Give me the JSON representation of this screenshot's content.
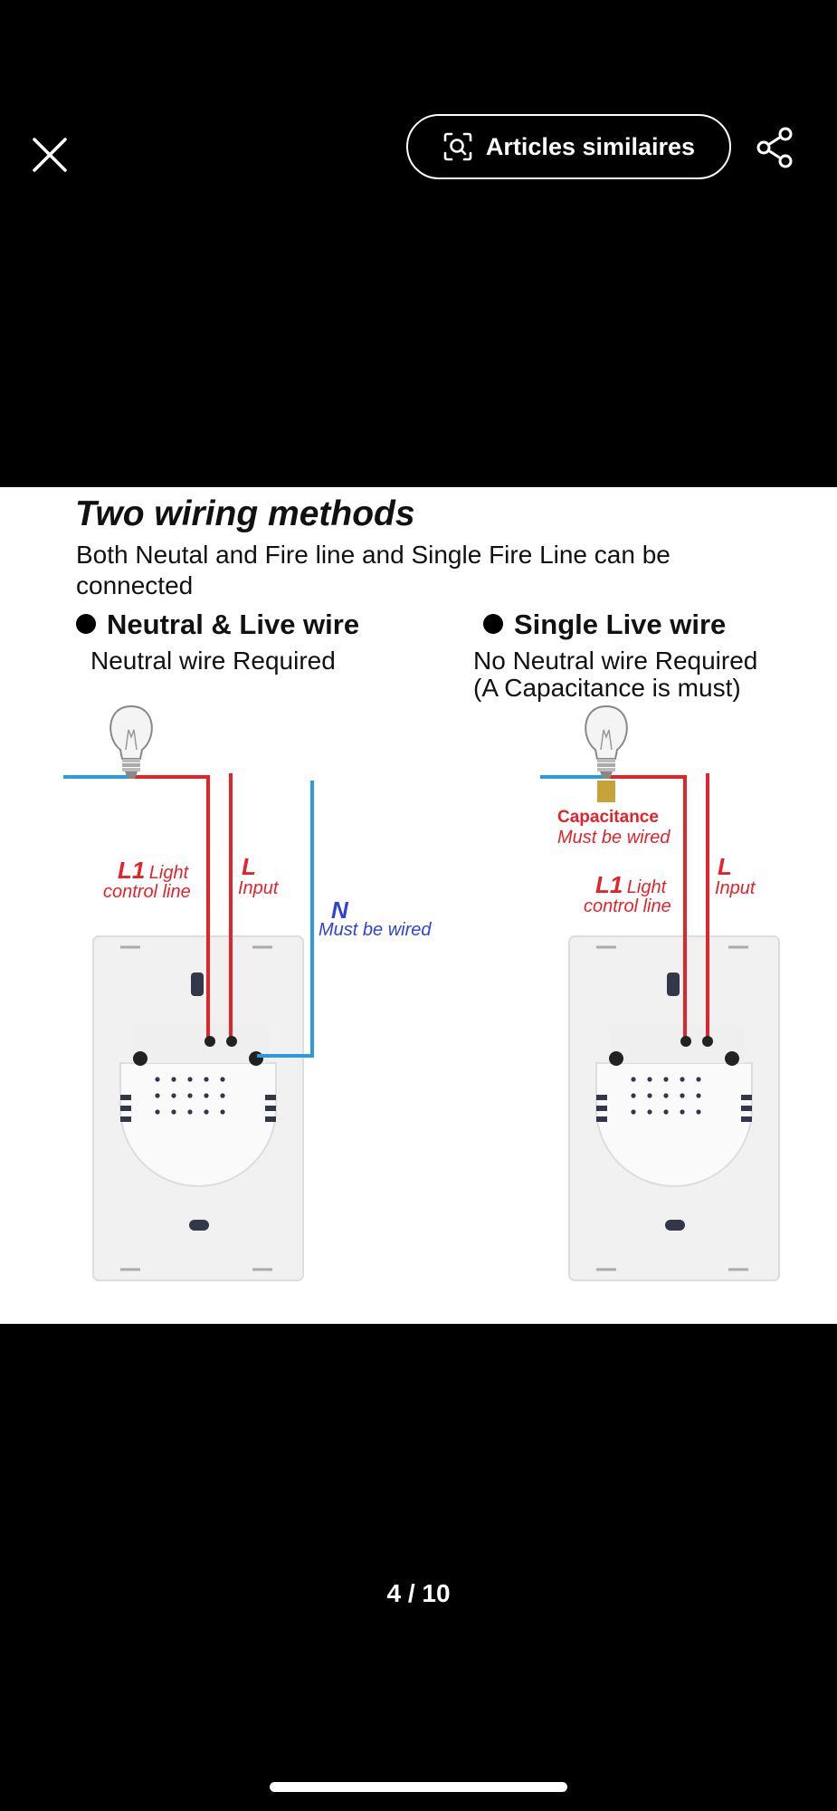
{
  "toolbar": {
    "close_icon": "close-icon",
    "similar_label": "Articles similaires",
    "similar_icon": "visual-search-icon",
    "share_icon": "share-icon"
  },
  "image": {
    "title": "Two wiring methods",
    "subtitle": "Both Neutal and Fire line and Single Fire Line can be connected",
    "left": {
      "heading": "Neutral & Live wire",
      "requirement": "Neutral wire Required",
      "l1": "L1",
      "l1_desc_1": "Light",
      "l1_desc_2": "control line",
      "l": "L",
      "l_desc": "Input",
      "n": "N",
      "n_desc": "Must be wired"
    },
    "right": {
      "heading": "Single Live wire",
      "requirement_1": "No Neutral wire Required",
      "requirement_2": "(A Capacitance is must)",
      "cap": "Capacitance",
      "cap_desc": "Must be wired",
      "l1": "L1",
      "l1_desc_1": "Light",
      "l1_desc_2": "control line",
      "l": "L",
      "l_desc": "Input"
    },
    "colors": {
      "live": "#e0242a",
      "neutral": "#2a9be0",
      "label_blue": "#2f43d6"
    }
  },
  "pager": {
    "text": "4 / 10"
  }
}
